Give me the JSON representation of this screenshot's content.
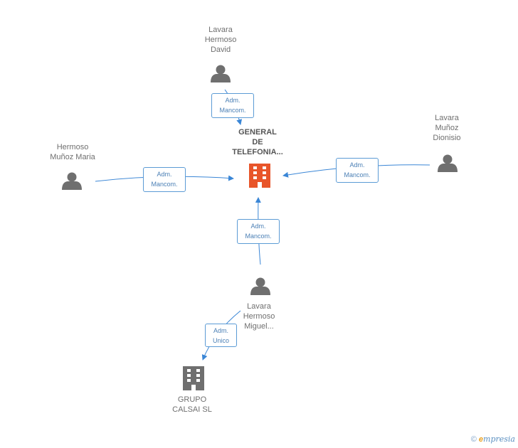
{
  "nodes": {
    "center": {
      "label": "GENERAL\nDE\nTELEFONIA..."
    },
    "lavara_david": {
      "label": "Lavara\nHermoso\nDavid"
    },
    "lavara_dionisio": {
      "label": "Lavara\nMuñoz\nDionisio"
    },
    "hermoso_maria": {
      "label": "Hermoso\nMuñoz Maria"
    },
    "lavara_miguel": {
      "label": "Lavara\nHermoso\nMiguel..."
    },
    "grupo_calsai": {
      "label": "GRUPO\nCALSAI SL"
    }
  },
  "edges": {
    "david": {
      "label": "Adm.\nMancom."
    },
    "dionisio": {
      "label": "Adm.\nMancom."
    },
    "maria": {
      "label": "Adm.\nMancom."
    },
    "miguel": {
      "label": "Adm.\nMancom."
    },
    "calsai": {
      "label": "Adm.\nUnico"
    }
  },
  "footer": {
    "copyright": "©",
    "brand_e": "e",
    "brand_rest": "mpresia"
  },
  "colors": {
    "edge": "#3a86d6",
    "person": "#6f6f6f",
    "company": "#6f6f6f",
    "focus_company": "#e8552a"
  }
}
